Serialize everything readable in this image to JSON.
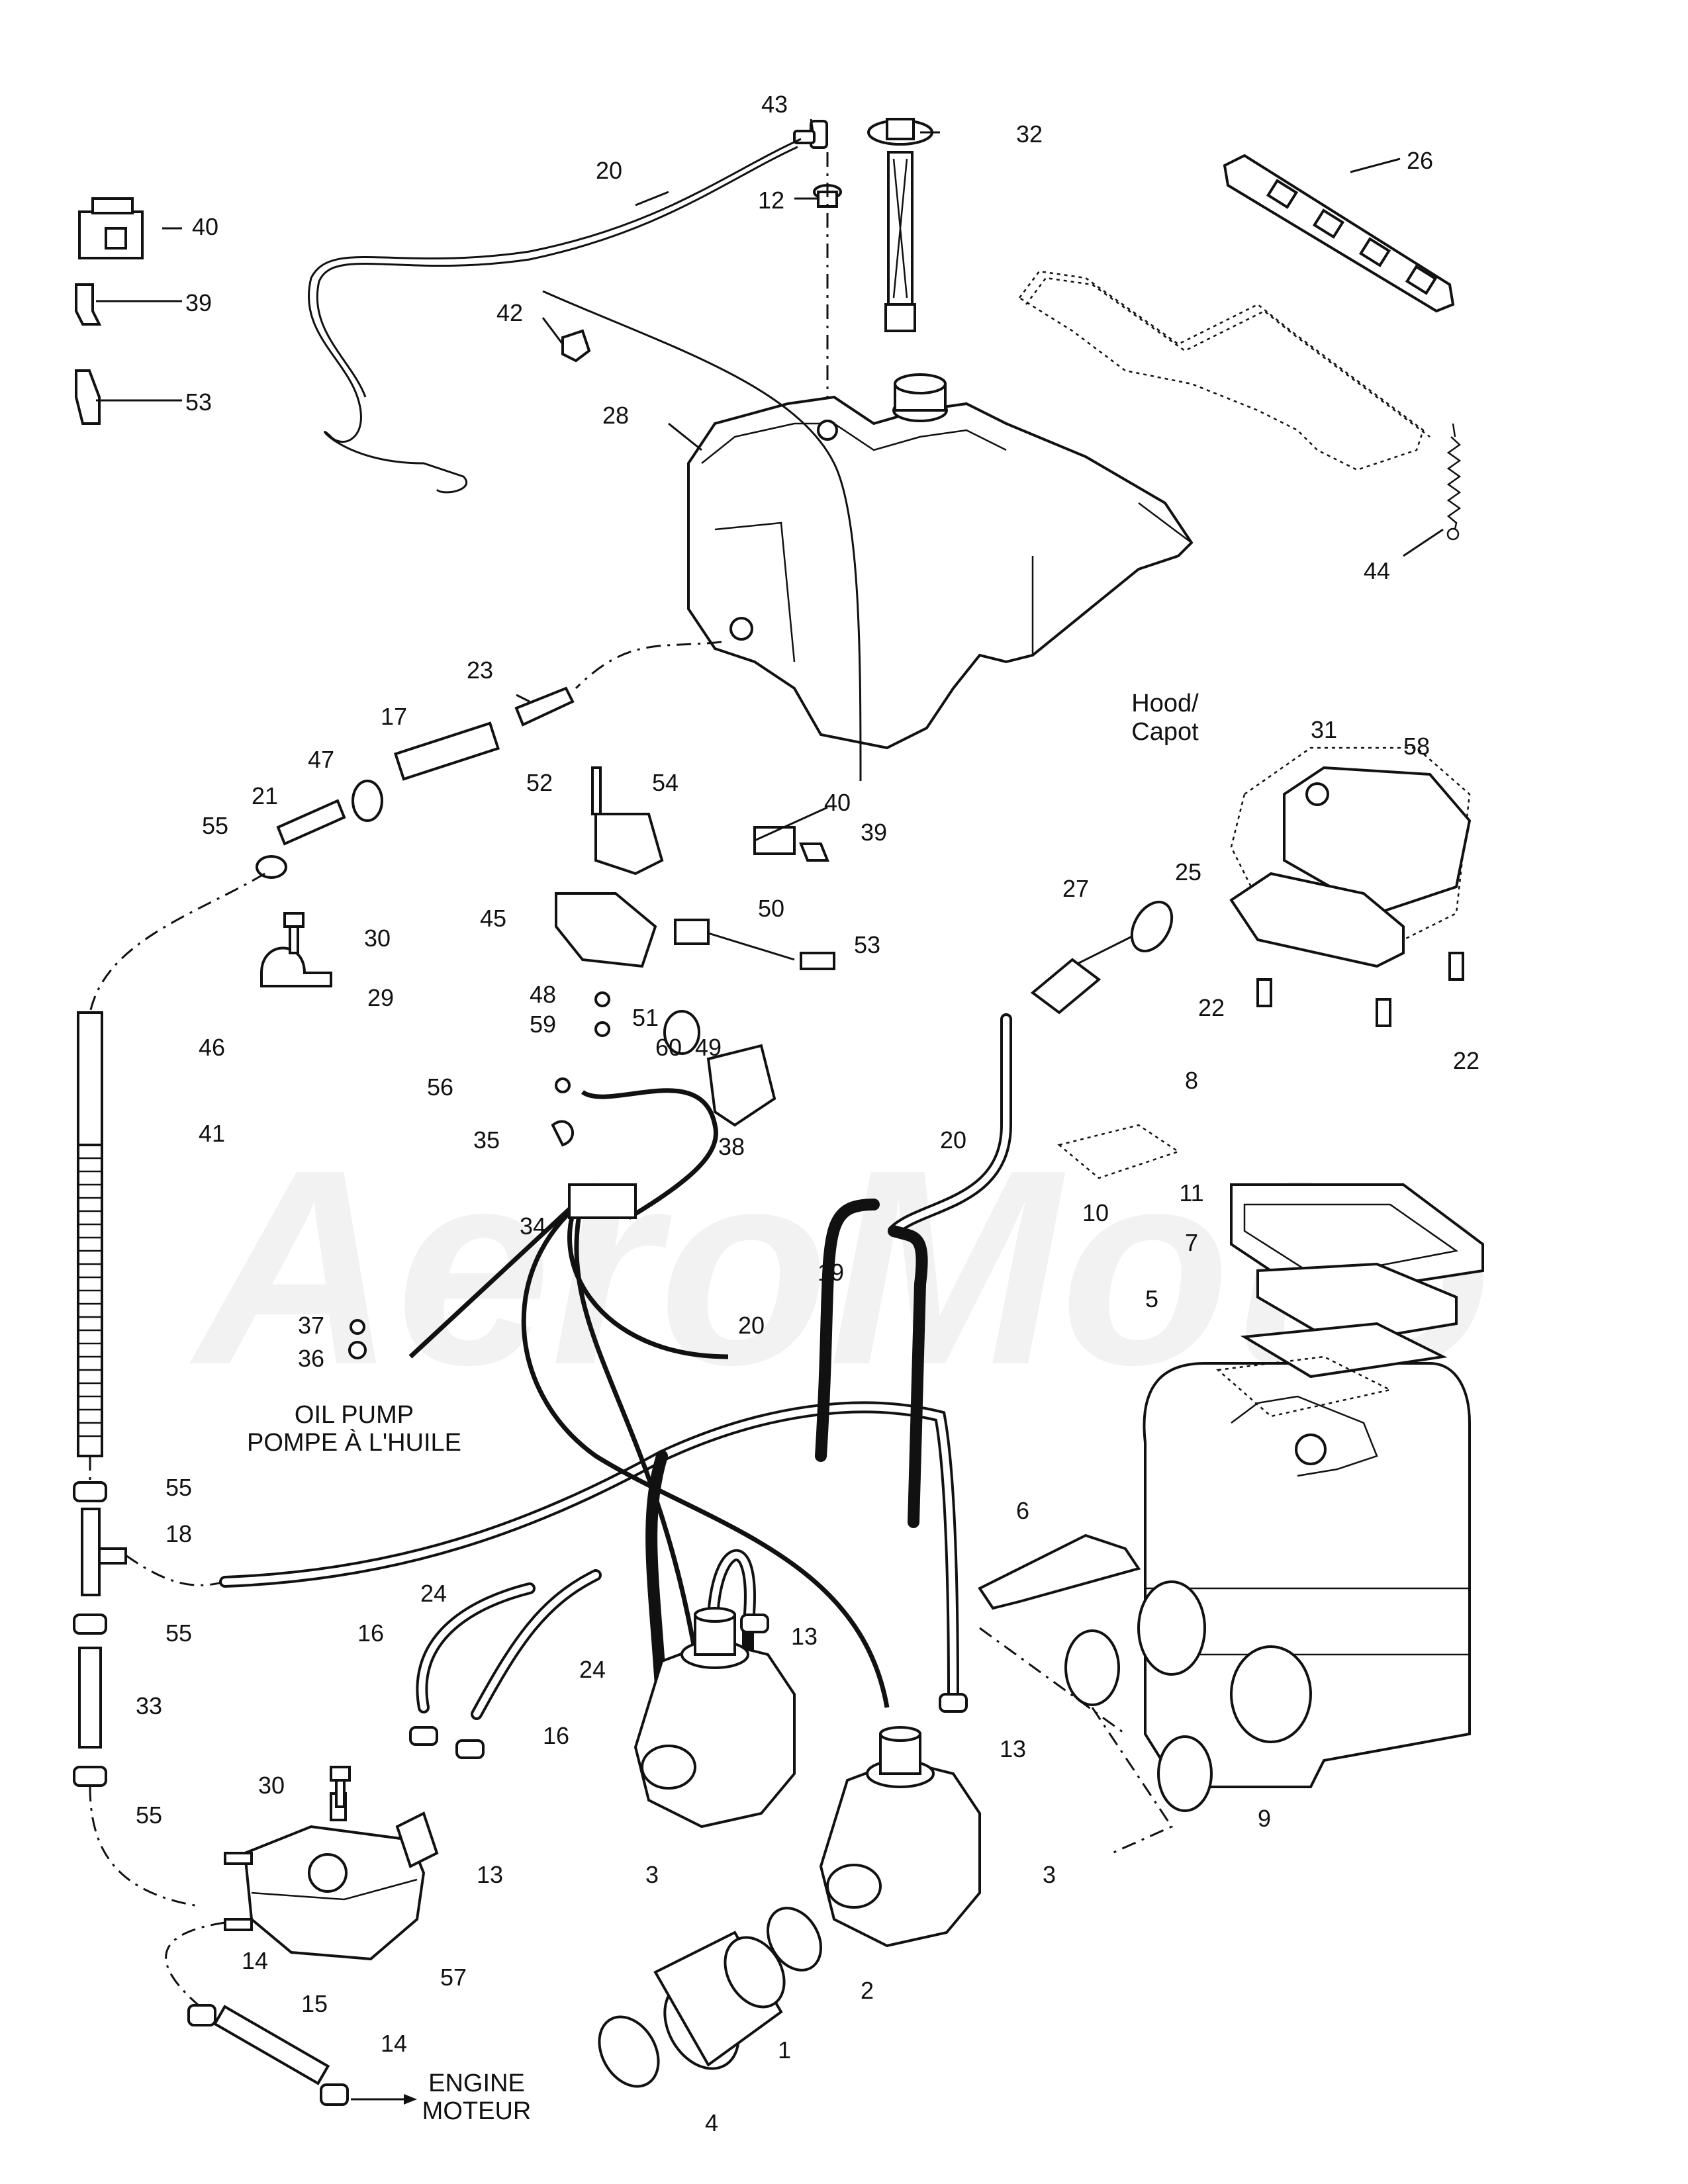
{
  "callouts": [
    {
      "id": "c43",
      "text": "43"
    },
    {
      "id": "c32",
      "text": "32"
    },
    {
      "id": "c26",
      "text": "26"
    },
    {
      "id": "c20a",
      "text": "20"
    },
    {
      "id": "c12",
      "text": "12"
    },
    {
      "id": "c40a",
      "text": "40"
    },
    {
      "id": "c39a",
      "text": "39"
    },
    {
      "id": "c42",
      "text": "42"
    },
    {
      "id": "c53a",
      "text": "53"
    },
    {
      "id": "c28",
      "text": "28"
    },
    {
      "id": "c44",
      "text": "44"
    },
    {
      "id": "c23",
      "text": "23"
    },
    {
      "id": "c17",
      "text": "17"
    },
    {
      "id": "c47",
      "text": "47"
    },
    {
      "id": "c21",
      "text": "21"
    },
    {
      "id": "c55a",
      "text": "55"
    },
    {
      "id": "c52",
      "text": "52"
    },
    {
      "id": "c54",
      "text": "54"
    },
    {
      "id": "c40b",
      "text": "40"
    },
    {
      "id": "c39b",
      "text": "39"
    },
    {
      "id": "c31",
      "text": "31"
    },
    {
      "id": "c58",
      "text": "58"
    },
    {
      "id": "c25",
      "text": "25"
    },
    {
      "id": "c27",
      "text": "27"
    },
    {
      "id": "c30a",
      "text": "30"
    },
    {
      "id": "c45",
      "text": "45"
    },
    {
      "id": "c50",
      "text": "50"
    },
    {
      "id": "c53b",
      "text": "53"
    },
    {
      "id": "c29",
      "text": "29"
    },
    {
      "id": "c48",
      "text": "48"
    },
    {
      "id": "c51",
      "text": "51"
    },
    {
      "id": "c59",
      "text": "59"
    },
    {
      "id": "c60",
      "text": "60"
    },
    {
      "id": "c49",
      "text": "49"
    },
    {
      "id": "c22a",
      "text": "22"
    },
    {
      "id": "c22b",
      "text": "22"
    },
    {
      "id": "c46",
      "text": "46"
    },
    {
      "id": "c56",
      "text": "56"
    },
    {
      "id": "c38",
      "text": "38"
    },
    {
      "id": "c41",
      "text": "41"
    },
    {
      "id": "c35",
      "text": "35"
    },
    {
      "id": "c8",
      "text": "8"
    },
    {
      "id": "c20b",
      "text": "20"
    },
    {
      "id": "c10",
      "text": "10"
    },
    {
      "id": "c34",
      "text": "34"
    },
    {
      "id": "c11",
      "text": "11"
    },
    {
      "id": "c19",
      "text": "19"
    },
    {
      "id": "c7",
      "text": "7"
    },
    {
      "id": "c5",
      "text": "5"
    },
    {
      "id": "c20c",
      "text": "20"
    },
    {
      "id": "c37",
      "text": "37"
    },
    {
      "id": "c36",
      "text": "36"
    },
    {
      "id": "c55b",
      "text": "55"
    },
    {
      "id": "c18",
      "text": "18"
    },
    {
      "id": "c6",
      "text": "6"
    },
    {
      "id": "c24a",
      "text": "24"
    },
    {
      "id": "c16a",
      "text": "16"
    },
    {
      "id": "c55c",
      "text": "55"
    },
    {
      "id": "c13a",
      "text": "13"
    },
    {
      "id": "c24b",
      "text": "24"
    },
    {
      "id": "c33",
      "text": "33"
    },
    {
      "id": "c16b",
      "text": "16"
    },
    {
      "id": "c13b",
      "text": "13"
    },
    {
      "id": "c30b",
      "text": "30"
    },
    {
      "id": "c55d",
      "text": "55"
    },
    {
      "id": "c9",
      "text": "9"
    },
    {
      "id": "c13c",
      "text": "13"
    },
    {
      "id": "c3a",
      "text": "3"
    },
    {
      "id": "c3b",
      "text": "3"
    },
    {
      "id": "c14a",
      "text": "14"
    },
    {
      "id": "c57",
      "text": "57"
    },
    {
      "id": "c2",
      "text": "2"
    },
    {
      "id": "c15",
      "text": "15"
    },
    {
      "id": "c14b",
      "text": "14"
    },
    {
      "id": "c1",
      "text": "1"
    },
    {
      "id": "c4",
      "text": "4"
    }
  ],
  "captions": {
    "hood": [
      "Hood/",
      "Capot"
    ],
    "oil_pump": [
      "OIL PUMP",
      "POMPE À L'HUILE"
    ],
    "engine": [
      "ENGINE",
      "MOTEUR"
    ]
  },
  "watermark": {
    "text": "AeroMoto",
    "color": "#f2f2f2"
  }
}
